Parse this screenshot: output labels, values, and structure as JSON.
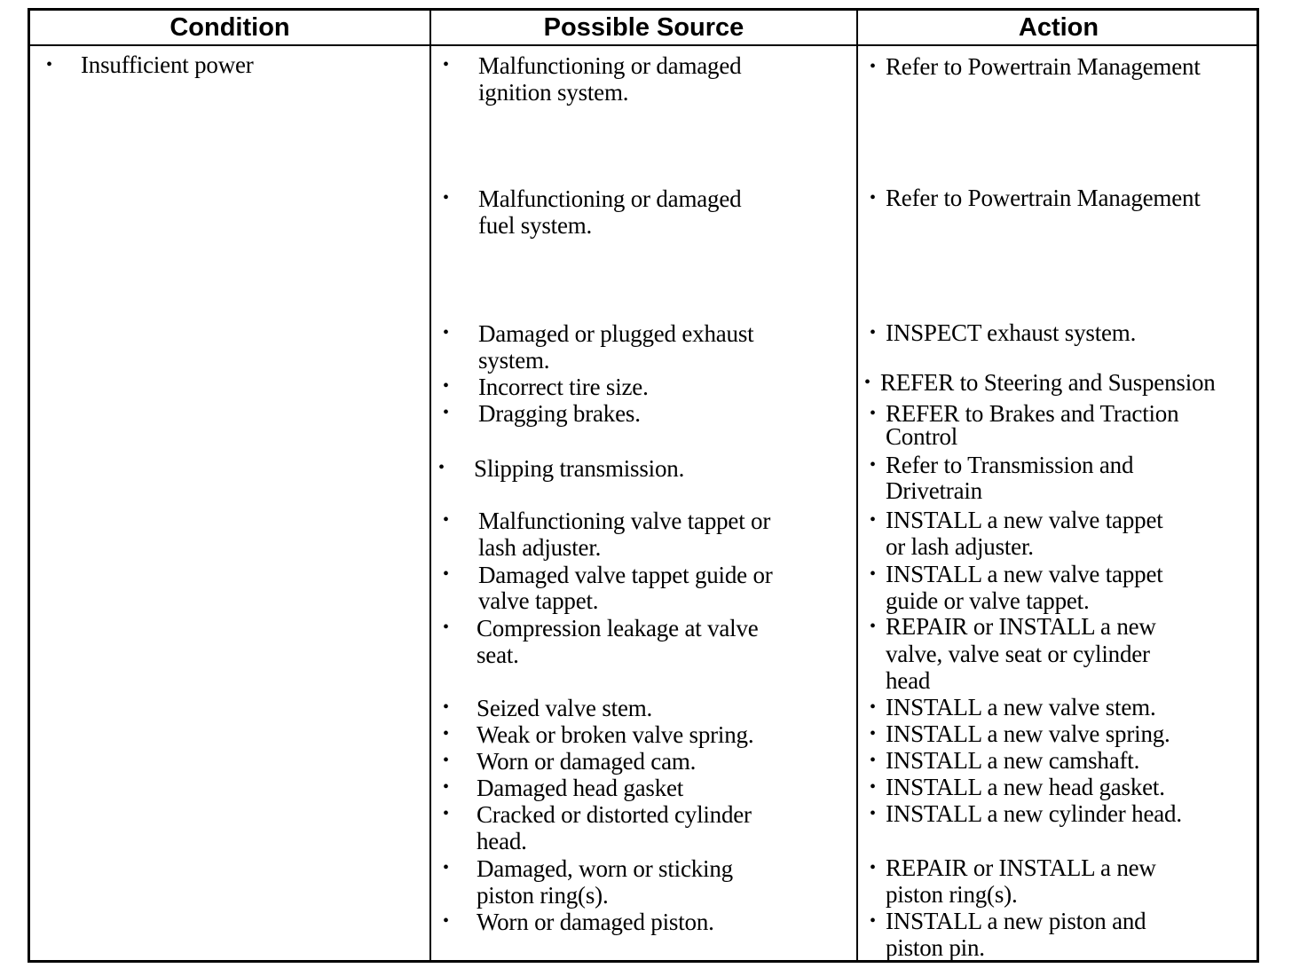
{
  "headers": {
    "condition": "Condition",
    "possible_source": "Possible Source",
    "action": "Action"
  },
  "condition": {
    "bullet": "•",
    "text": "Insufficient power"
  },
  "bullet": "•",
  "sources": [
    [
      "Malfunctioning or damaged",
      "ignition system."
    ],
    [
      "Malfunctioning or damaged",
      "fuel system."
    ],
    [
      "Damaged or plugged exhaust",
      "system."
    ],
    [
      "Incorrect tire size."
    ],
    [
      "Dragging brakes."
    ],
    [
      "Slipping transmission."
    ],
    [
      "Malfunctioning valve tappet or",
      "lash adjuster."
    ],
    [
      "Damaged valve tappet guide or",
      "valve tappet."
    ],
    [
      "Compression leakage at valve",
      "seat."
    ],
    [
      "Seized valve stem."
    ],
    [
      "Weak or broken valve spring."
    ],
    [
      "Worn or damaged cam."
    ],
    [
      "Damaged head gasket"
    ],
    [
      "Cracked or distorted cylinder",
      "head."
    ],
    [
      "Damaged, worn or sticking",
      "piston ring(s)."
    ],
    [
      "Worn or damaged piston."
    ]
  ],
  "actions": [
    [
      "Refer to Powertrain Management"
    ],
    [
      "Refer to Powertrain Management"
    ],
    [
      "INSPECT exhaust system."
    ],
    [
      "REFER to Steering and Suspension"
    ],
    [
      "REFER to Brakes and Traction",
      "Control"
    ],
    [
      "Refer to Transmission and",
      "Drivetrain"
    ],
    [
      "INSTALL a new valve tappet",
      "or lash adjuster."
    ],
    [
      "INSTALL a new valve tappet",
      "guide or valve tappet."
    ],
    [
      "REPAIR or INSTALL a new",
      "valve, valve seat or cylinder",
      "head"
    ],
    [
      "INSTALL a new valve stem."
    ],
    [
      "INSTALL a new valve spring."
    ],
    [
      "INSTALL a new camshaft."
    ],
    [
      "INSTALL a new head gasket."
    ],
    [
      "INSTALL a new cylinder head."
    ],
    [
      "REPAIR or INSTALL a new",
      "piston ring(s)."
    ],
    [
      "INSTALL a new piston and",
      "piston pin."
    ]
  ]
}
